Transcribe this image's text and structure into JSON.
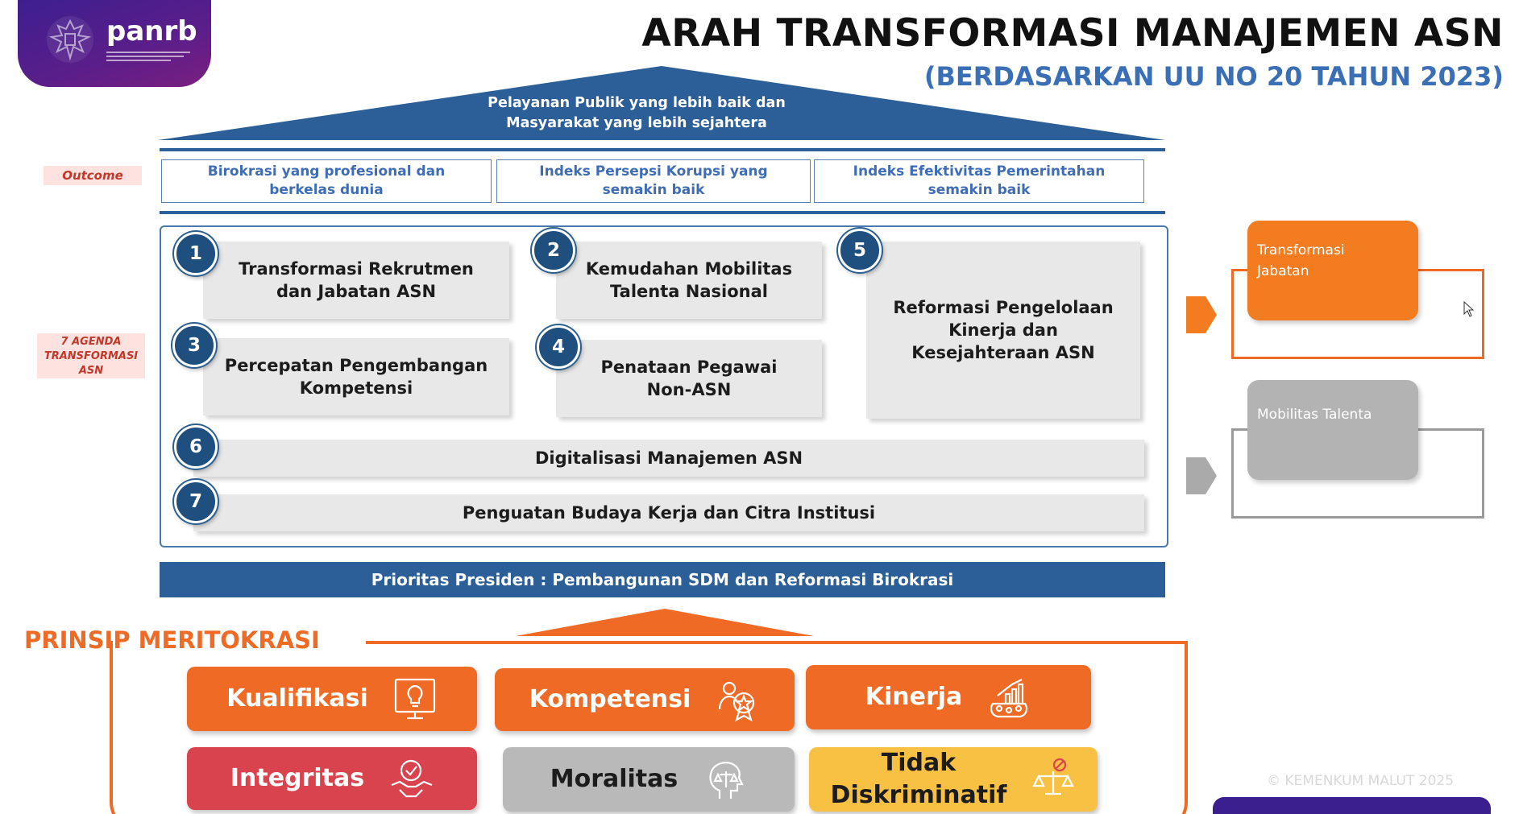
{
  "logo": {
    "brand": "panrb",
    "colors": {
      "bg_start": "#3b1f8f",
      "bg_end": "#7a1f7f"
    }
  },
  "header": {
    "title": "ARAH TRANSFORMASI MANAJEMEN ASN",
    "subtitle": "(BERDASARKAN UU NO 20 TAHUN 2023)"
  },
  "roof": {
    "line1": "Pelayanan Publik yang lebih baik dan",
    "line2": "Masyarakat yang lebih sejahtera"
  },
  "outcome": {
    "label": "Outcome",
    "items": [
      {
        "line1": "Birokrasi yang profesional dan",
        "line2": "berkelas dunia"
      },
      {
        "line1": "Indeks Persepsi Korupsi yang",
        "line2": "semakin baik"
      },
      {
        "line1": "Indeks Efektivitas Pemerintahan",
        "line2": "semakin baik"
      }
    ]
  },
  "agenda": {
    "label_line1": "7 AGENDA",
    "label_line2": "TRANSFORMASI",
    "label_line3": "ASN",
    "items": [
      {
        "num": "1",
        "line1": "Transformasi Rekrutmen",
        "line2": "dan Jabatan ASN"
      },
      {
        "num": "2",
        "line1": "Kemudahan Mobilitas",
        "line2": "Talenta Nasional"
      },
      {
        "num": "3",
        "line1": "Percepatan Pengembangan",
        "line2": "Kompetensi"
      },
      {
        "num": "4",
        "line1": "Penataan Pegawai",
        "line2": "Non-ASN"
      },
      {
        "num": "5",
        "line1": "Reformasi Pengelolaan",
        "line2": "Kinerja dan",
        "line3": "Kesejahteraan ASN"
      },
      {
        "num": "6",
        "line1": "Digitalisasi Manajemen ASN"
      },
      {
        "num": "7",
        "line1": "Penguatan Budaya Kerja dan Citra Institusi"
      }
    ]
  },
  "priority": {
    "text": "Prioritas Presiden : Pembangunan SDM dan Reformasi Birokrasi"
  },
  "side": {
    "cards": [
      {
        "line1": "Transformasi",
        "line2": "Jabatan",
        "color": "#f47c20",
        "frame_color": "#ee6a25"
      },
      {
        "line1": "Mobilitas Talenta",
        "color": "#b3b3b3",
        "frame_color": "#9a9a9a"
      }
    ]
  },
  "meritokrasi": {
    "title": "PRINSIP MERITOKRASI",
    "principles": [
      {
        "label": "Kualifikasi",
        "icon": "lightbulb-icon",
        "color": "#ee6a25"
      },
      {
        "label": "Kompetensi",
        "icon": "badge-star-icon",
        "color": "#ee6a25"
      },
      {
        "label": "Kinerja",
        "icon": "performance-chart-icon",
        "color": "#ee6a25"
      },
      {
        "label": "Integritas",
        "icon": "handshake-check-icon",
        "color": "#d9434d"
      },
      {
        "label": "Moralitas",
        "icon": "head-scale-icon",
        "color": "#b9b9b9"
      },
      {
        "line1": "Tidak",
        "line2": "Diskriminatif",
        "icon": "scale-forbidden-icon",
        "color": "#f8c143"
      }
    ]
  },
  "watermark": "© KEMENKUM MALUT 2025"
}
